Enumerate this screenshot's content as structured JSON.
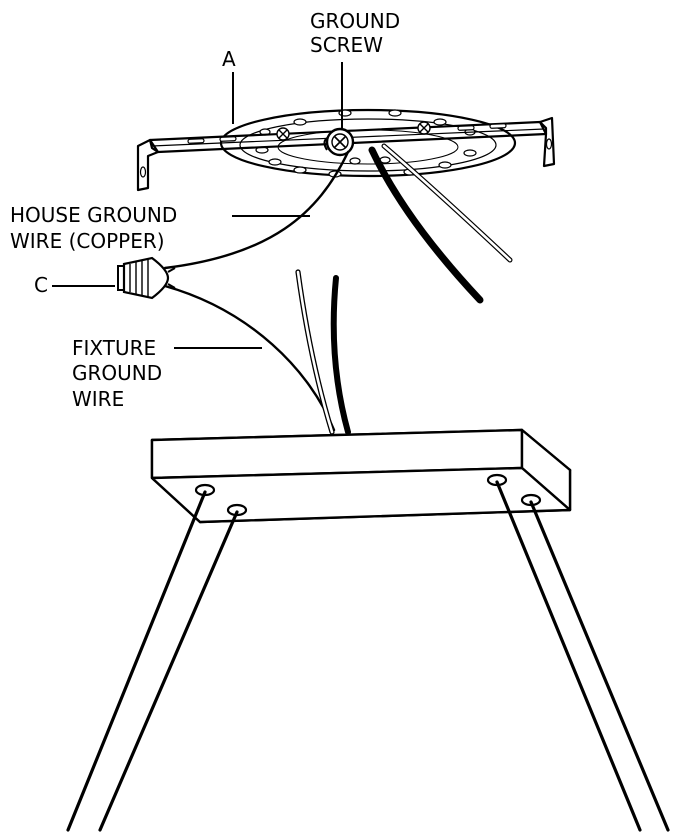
{
  "labels": {
    "ground_screw_line1": "GROUND",
    "ground_screw_line2": "SCREW",
    "bracket_letter": "A",
    "house_ground_line1": "HOUSE GROUND",
    "house_ground_line2": "WIRE (COPPER)",
    "connector_letter": "C",
    "fixture_ground_line1": "FIXTURE",
    "fixture_ground_line2": "GROUND",
    "fixture_ground_line3": "WIRE"
  },
  "colors": {
    "ink": "#000000",
    "paper": "#ffffff"
  }
}
